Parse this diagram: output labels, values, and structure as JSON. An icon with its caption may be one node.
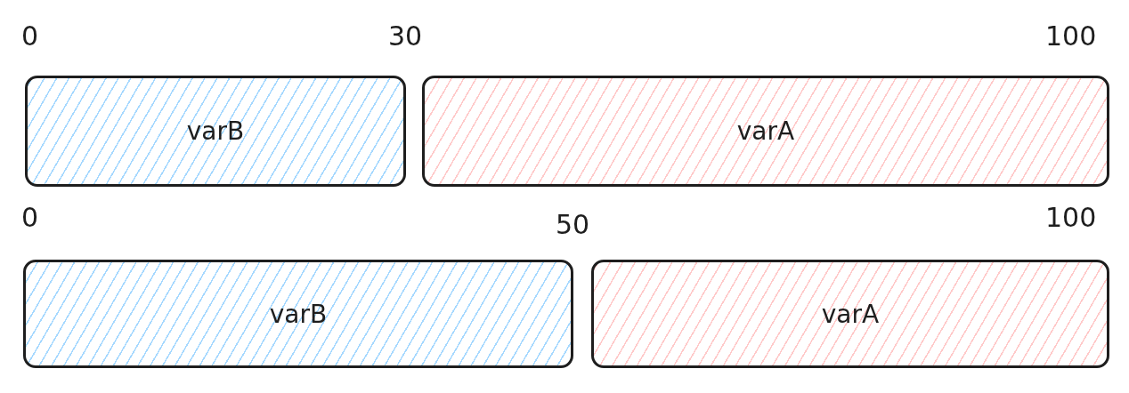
{
  "diagram": {
    "nodes": [
      {
        "text": [
          "varB"
        ]
      },
      {
        "text": [
          "varA"
        ]
      },
      {
        "text": [
          "varB"
        ]
      },
      {
        "text": [
          "varA"
        ]
      }
    ],
    "labels": [
      "0",
      "30",
      "100",
      "0",
      "50",
      "100"
    ]
  }
}
